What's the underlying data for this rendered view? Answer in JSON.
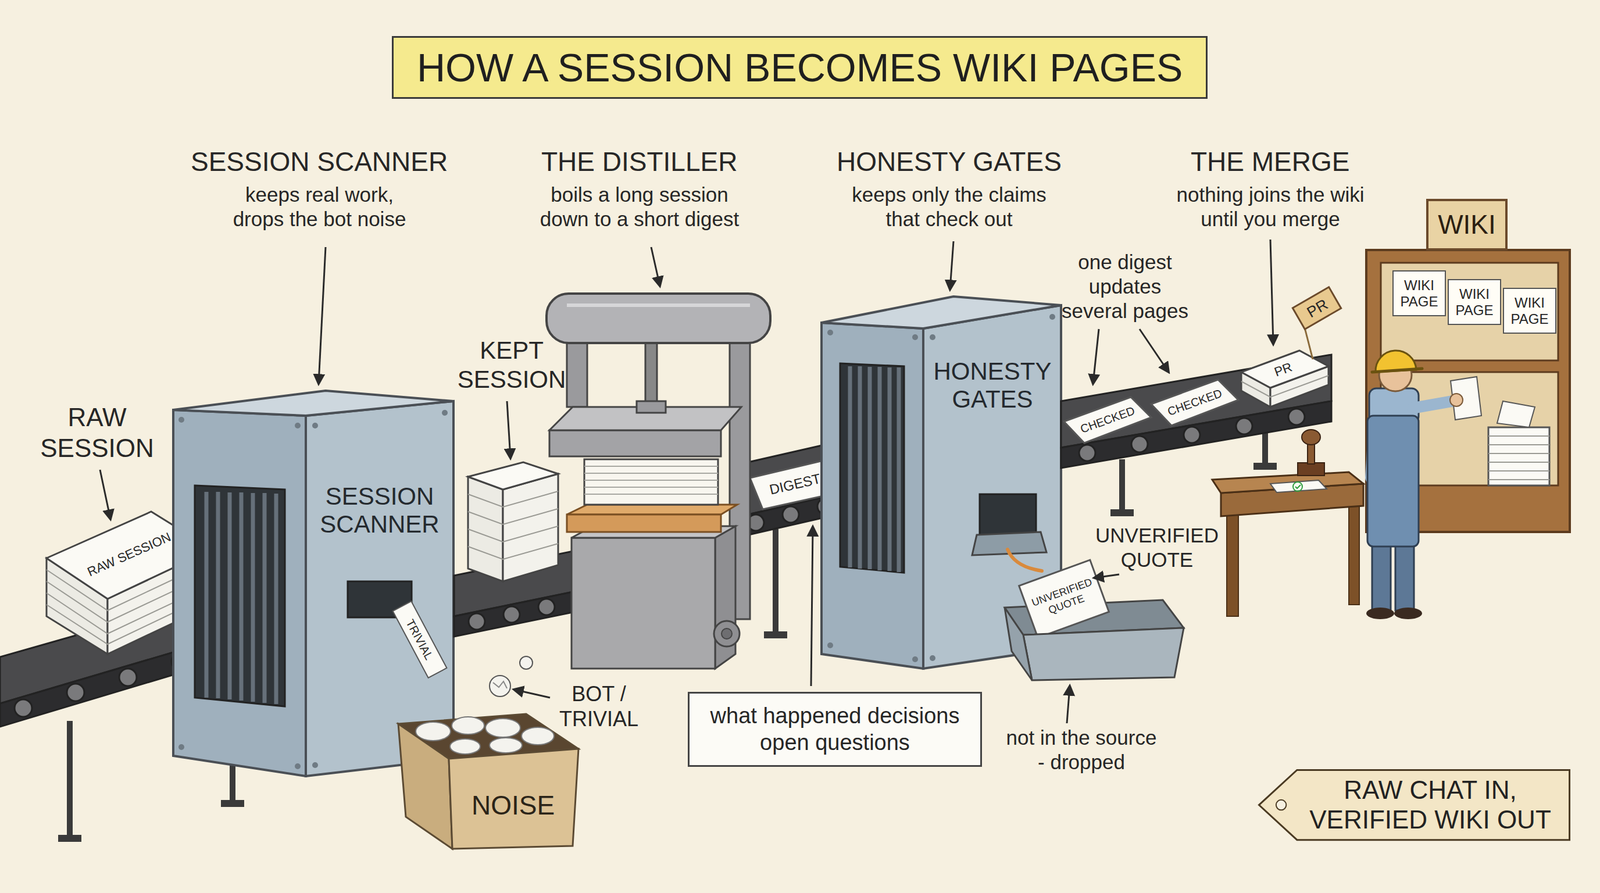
{
  "diagram": {
    "title": "HOW A SESSION BECOMES WIKI PAGES",
    "nodes": [
      {
        "text": [
          "SESSION SCANNER"
        ]
      },
      {
        "text": [
          "NOISE"
        ]
      },
      {
        "text": [
          "what happened decisions open questions"
        ]
      },
      {
        "text": [
          "HONESTY GATES"
        ]
      },
      {
        "text": [
          "WIKI"
        ]
      },
      {
        "text": [
          "WIKI PAGE"
        ],
        "in": 4
      },
      {
        "text": [
          "WIKI PAGE"
        ],
        "in": 4
      },
      {
        "text": [
          "WIKI PAGE"
        ],
        "in": 4
      },
      {
        "text": [
          "RAW CHAT IN, VERIFIED WIKI OUT"
        ]
      }
    ],
    "labels": [
      "SESSION SCANNER",
      "keeps real work, drops the bot noise",
      "THE DISTILLER",
      "boils a long session down to a short digest",
      "HONESTY GATES",
      "keeps only the claims that check out",
      "THE MERGE",
      "nothing joins the wiki until you merge",
      "RAW SESSION",
      "RAW SESSION",
      "KEPT SESSION",
      "TRIVIAL",
      "BOT / TRIVIAL",
      "DIGEST",
      "UNVERIFIED QUOTE",
      "UNVERIFIED QUOTE",
      "not in the source - dropped",
      "one digest updates several pages",
      "CHECKED",
      "CHECKED",
      "PR",
      "PR"
    ]
  }
}
